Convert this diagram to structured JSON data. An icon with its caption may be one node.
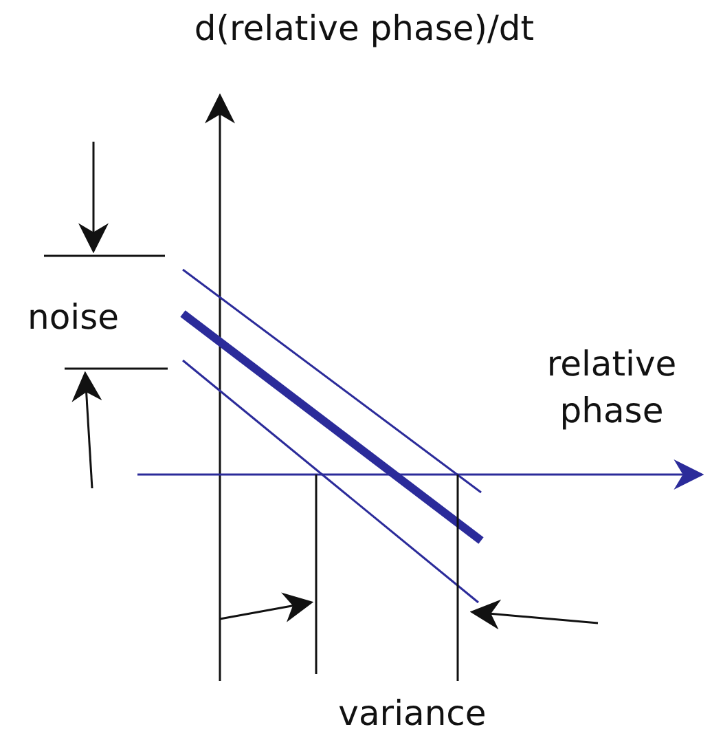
{
  "diagram": {
    "labels": [
      "d(relative phase)/dt",
      "noise",
      "relative phase",
      "variance"
    ]
  }
}
